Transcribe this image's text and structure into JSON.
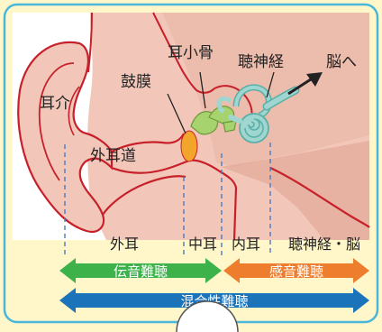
{
  "labels": {
    "pinna": "耳介",
    "ear_canal": "外耳道",
    "eardrum": "鼓膜",
    "ossicles": "耳小骨",
    "auditory_nerve": "聴神経",
    "to_brain": "脳へ"
  },
  "sections": {
    "outer_ear": "外耳",
    "middle_ear": "中耳",
    "inner_ear": "内耳",
    "nerve_brain": "聴神経・脳"
  },
  "hearing_loss": {
    "conductive": "伝音難聴",
    "sensorineural": "感音難聴",
    "mixed": "混合性難聴"
  },
  "colors": {
    "background": "#FFF7C9",
    "panel_border": "#49B6DA",
    "skin": "#F2C7B9",
    "skin_dark": "#E1A593",
    "outline_red": "#C8202A",
    "ossicle_green": "#A7D36E",
    "cochlea_teal": "#9FD6D0",
    "eardrum_orange": "#F3A52B",
    "conductive_green": "#3DB24B",
    "sensorineural_orange": "#EE7E2E",
    "mixed_blue": "#1B73BA",
    "guide_blue": "#4A7CC0"
  }
}
